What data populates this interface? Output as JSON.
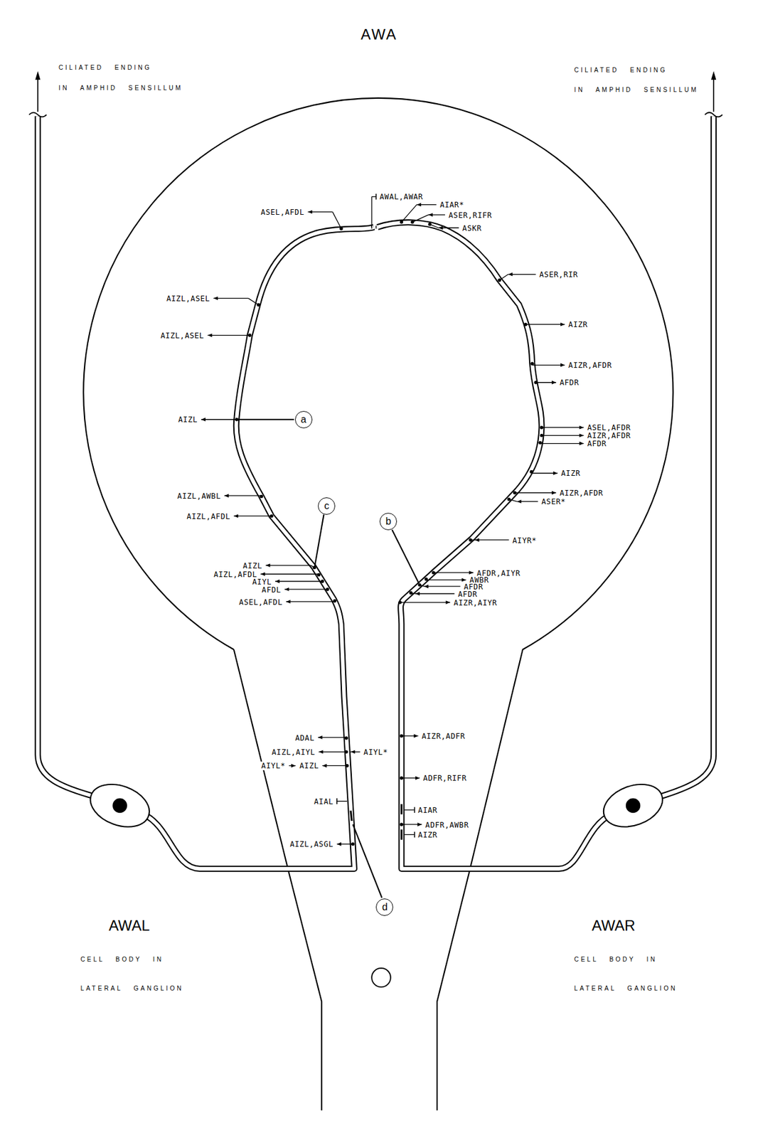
{
  "diagram": {
    "title": "AWA",
    "nodes": [
      {
        "text": [
          "a"
        ]
      },
      {
        "text": [
          "c"
        ]
      },
      {
        "text": [
          "b"
        ]
      },
      {
        "text": [
          "d"
        ]
      }
    ],
    "labels": [
      "CILIATED ENDING",
      "IN AMPHID SENSILLUM",
      "CILIATED ENDING",
      "IN AMPHID SENSILLUM",
      "AWAL,AWAR",
      "AIAR*",
      "ASER,RIFR",
      "ASKR",
      "ASEL,AFDL",
      "AIZL,ASEL",
      "AIZL,ASEL",
      "AIZL",
      "AIZL,AWBL",
      "AIZL,AFDL",
      "AIZL",
      "AIZL,AFDL",
      "AIYL",
      "AFDL",
      "ASEL,AFDL",
      "ASER,RIR",
      "AIZR",
      "AIZR,AFDR",
      "AFDR",
      "ASEL,AFDR",
      "AIZR,AFDR",
      "AFDR",
      "AIZR",
      "AIZR,AFDR",
      "ASER*",
      "AIYR*",
      "AFDR,AIYR",
      "AWBR",
      "AFDR",
      "AFDR",
      "AIZR,AIYR",
      "ADAL",
      "AIZL,AIYL",
      "AIYL*",
      "AIYL*",
      "AIZL",
      "AIAL",
      "AIZL,ASGL",
      "AIZR,ADFR",
      "ADFR,RIFR",
      "AIAR",
      "ADFR,AWBR",
      "AIZR",
      "AWAL",
      "CELL BODY IN",
      "LATERAL GANGLION",
      "AWAR",
      "CELL BODY IN",
      "LATERAL GANGLION"
    ]
  }
}
